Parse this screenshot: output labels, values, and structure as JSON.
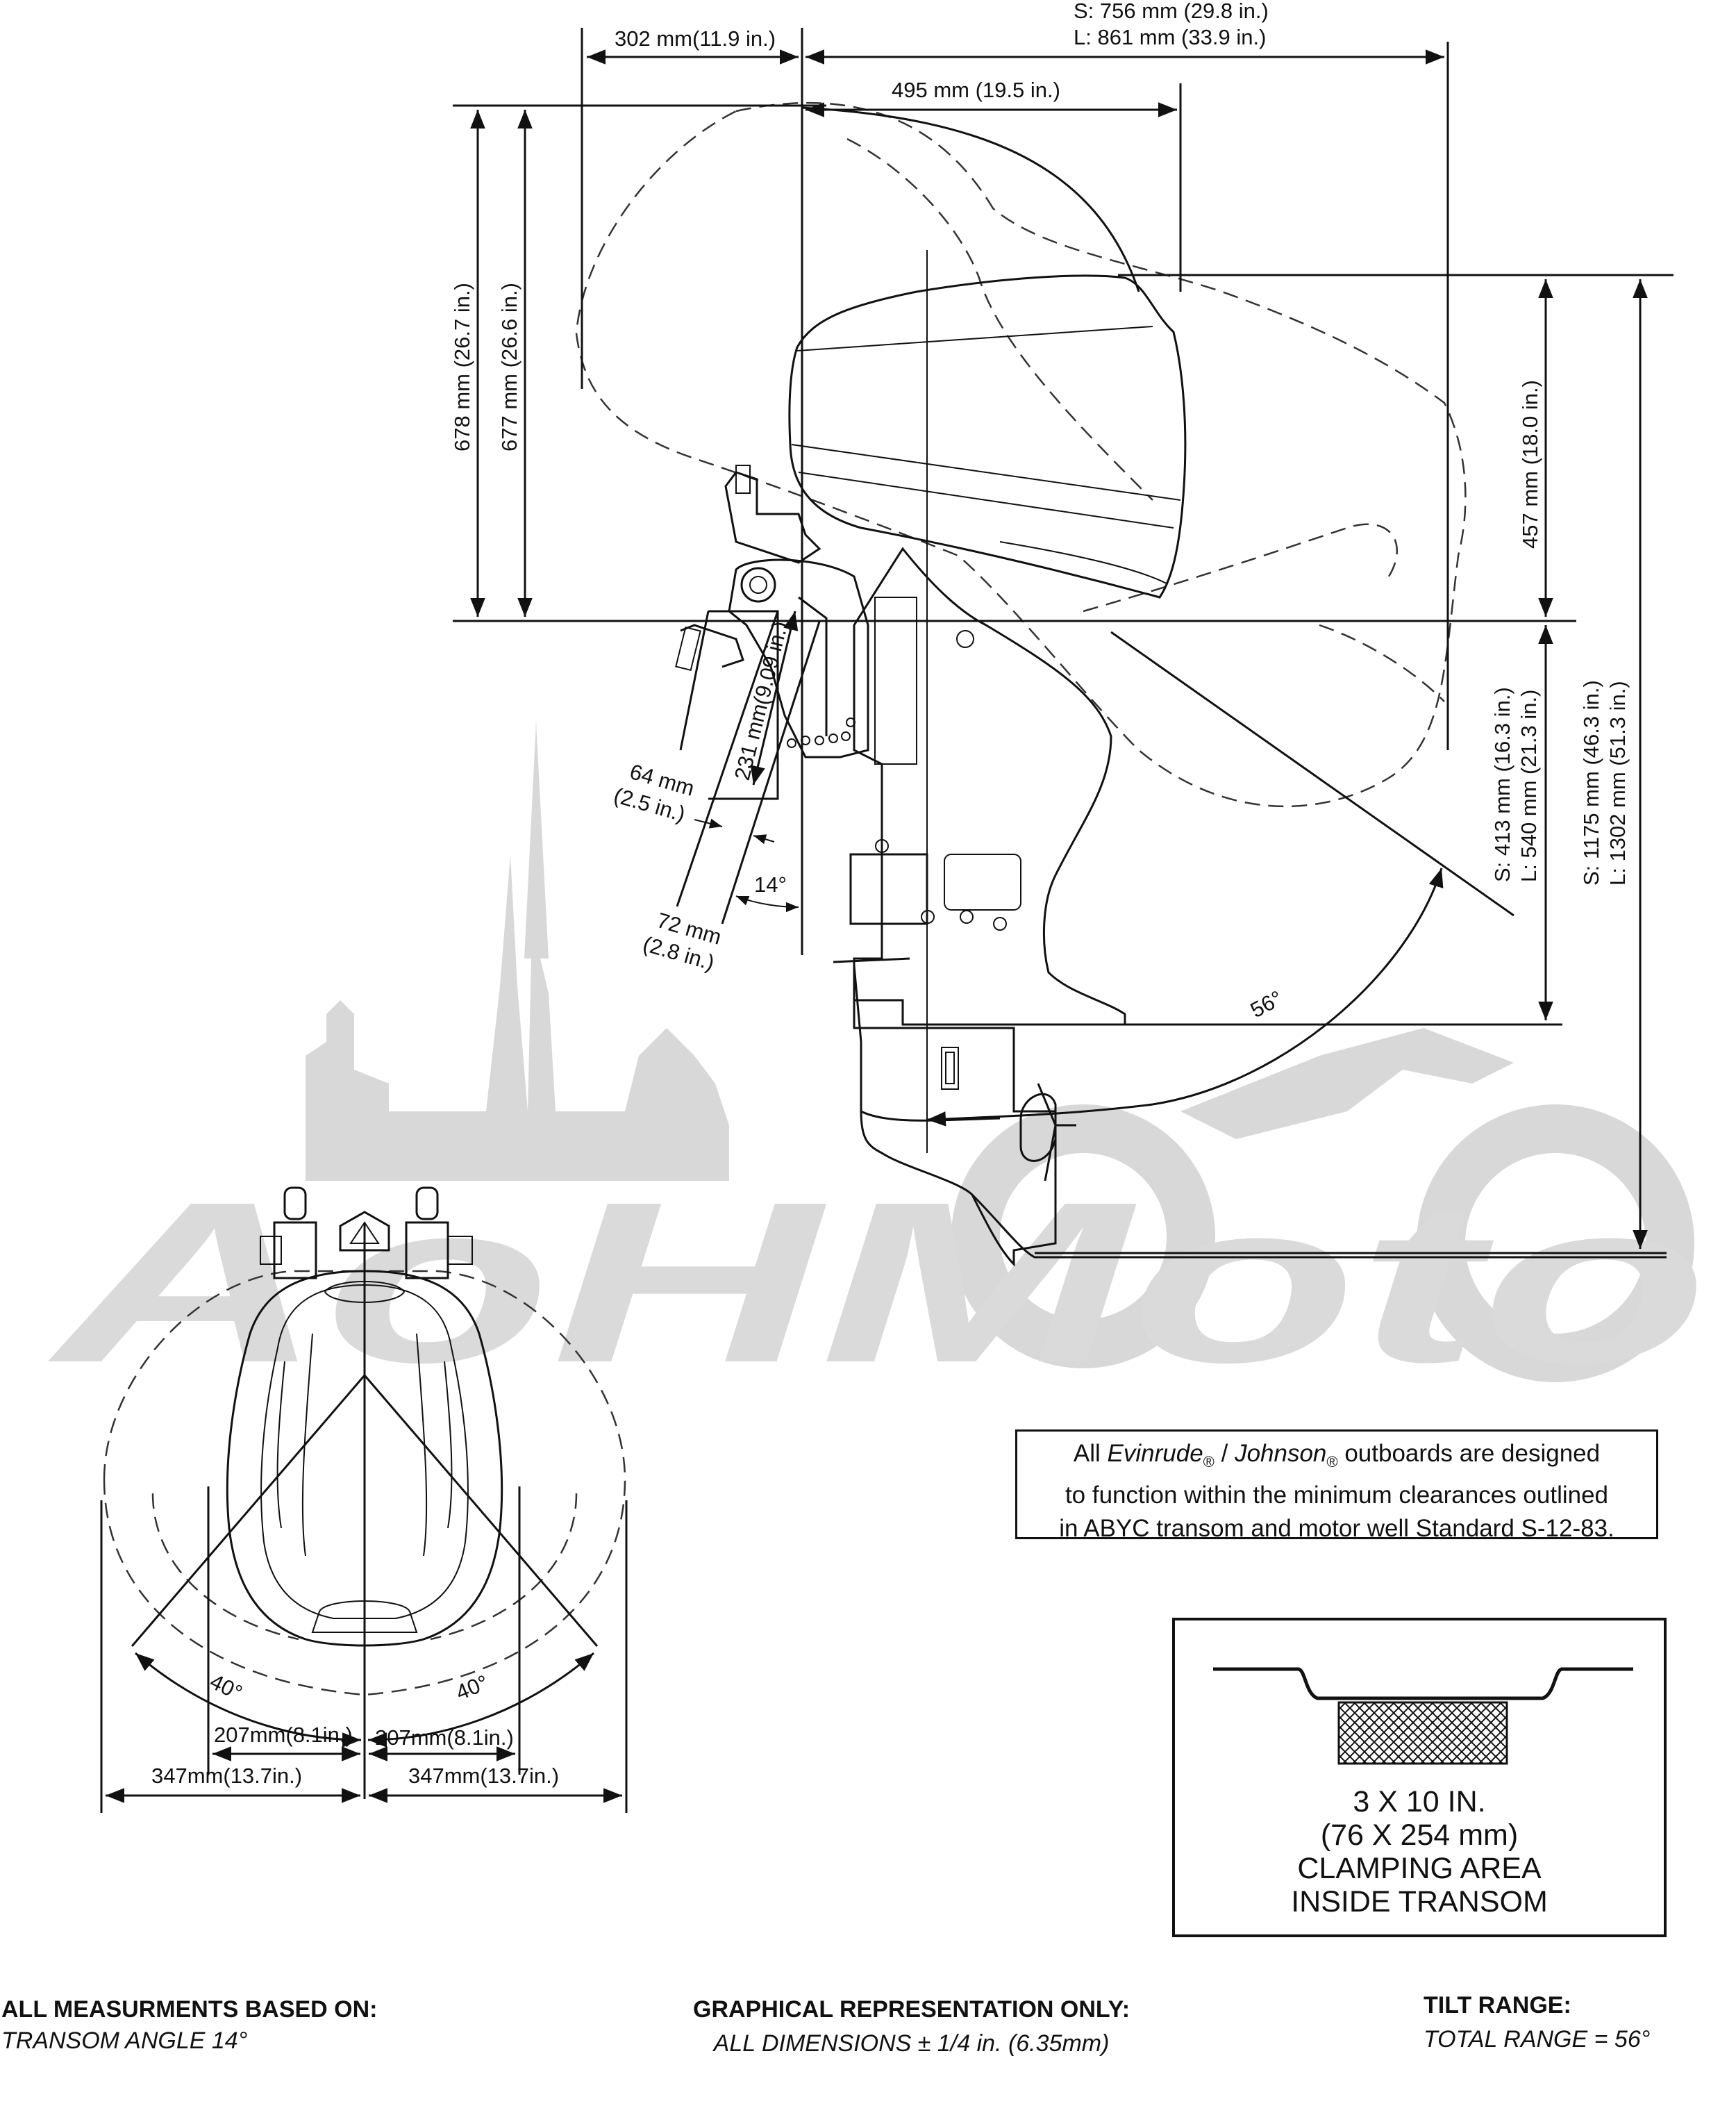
{
  "watermark": {
    "text": "AoHMoto"
  },
  "dimensions": {
    "setback": "302 mm(11.9 in.)",
    "tilt_depth_short": "S: 756 mm (29.8 in.)",
    "tilt_depth_long": "L: 861 mm (33.9 in.)",
    "cowl_length": "495 mm (19.5 in.)",
    "height_678": "678 mm (26.7 in.)",
    "height_677": "677 mm (26.6 in.)",
    "cowl_height": "457 mm (18.0 in.)",
    "bracket_length": "231 mm(9.09 in.)",
    "depth_64": "64 mm",
    "depth_64_in": "(2.5 in.)",
    "depth_72": "72 mm",
    "depth_72_in": "(2.8 in.)",
    "transom_angle": "14°",
    "tilt_angle": "56°",
    "shaft_short": "S: 413 mm (16.3 in.)",
    "shaft_long": "L: 540 mm (21.3 in.)",
    "overall_short": "S: 1175 mm (46.3 in.)",
    "overall_long": "L: 1302 mm  (51.3 in.)",
    "steer_left": "40°",
    "steer_right": "40°",
    "half_width_left": "207mm(8.1in.)",
    "half_width_right": "207mm(8.1in.)",
    "swing_left": "347mm(13.7in.)",
    "swing_right": "347mm(13.7in.)"
  },
  "abyc_note": {
    "line1_pre": "All ",
    "line1_brand1": "Evinrude",
    "line1_mark1": "®",
    "line1_sep": " / ",
    "line1_brand2": "Johnson",
    "line1_mark2": "®",
    "line1_post": " outboards are designed",
    "line2": "to function within the minimum clearances outlined",
    "line3": "in ABYC transom and motor well Standard S-12-83."
  },
  "clamping": {
    "line1": "3 X 10 IN.",
    "line2": "(76 X 254 mm)",
    "line3": "CLAMPING AREA",
    "line4": "INSIDE TRANSOM"
  },
  "footer": {
    "left_title": "ALL MEASURMENTS BASED ON:",
    "left_value": "TRANSOM ANGLE 14°",
    "center_title": "GRAPHICAL REPRESENTATION ONLY:",
    "center_value": "ALL DIMENSIONS ± 1/4 in. (6.35mm)",
    "right_title": "TILT RANGE:",
    "right_value": "TOTAL RANGE = 56°"
  }
}
